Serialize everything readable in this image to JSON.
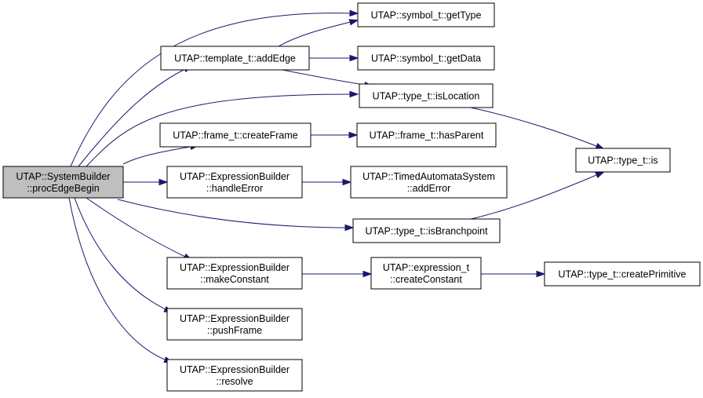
{
  "diagram": {
    "colors": {
      "edge": "#191970",
      "node_fill": "#ffffff",
      "root_fill": "#bfbfbf",
      "border": "#000000"
    },
    "nodes": [
      {
        "id": "root",
        "lines": [
          "UTAP::SystemBuilder",
          "::procEdgeBegin"
        ],
        "root": true
      },
      {
        "id": "getType",
        "lines": [
          "UTAP::symbol_t::getType"
        ]
      },
      {
        "id": "addEdge",
        "lines": [
          "UTAP::template_t::addEdge"
        ]
      },
      {
        "id": "getData",
        "lines": [
          "UTAP::symbol_t::getData"
        ]
      },
      {
        "id": "isLocation",
        "lines": [
          "UTAP::type_t::isLocation"
        ]
      },
      {
        "id": "createFrame",
        "lines": [
          "UTAP::frame_t::createFrame"
        ]
      },
      {
        "id": "hasParent",
        "lines": [
          "UTAP::frame_t::hasParent"
        ]
      },
      {
        "id": "is",
        "lines": [
          "UTAP::type_t::is"
        ]
      },
      {
        "id": "handleError",
        "lines": [
          "UTAP::ExpressionBuilder",
          "::handleError"
        ]
      },
      {
        "id": "addError",
        "lines": [
          "UTAP::TimedAutomataSystem",
          "::addError"
        ]
      },
      {
        "id": "isBranchpoint",
        "lines": [
          "UTAP::type_t::isBranchpoint"
        ]
      },
      {
        "id": "makeConstant",
        "lines": [
          "UTAP::ExpressionBuilder",
          "::makeConstant"
        ]
      },
      {
        "id": "createConstant",
        "lines": [
          "UTAP::expression_t",
          "::createConstant"
        ]
      },
      {
        "id": "createPrimitive",
        "lines": [
          "UTAP::type_t::createPrimitive"
        ]
      },
      {
        "id": "pushFrame",
        "lines": [
          "UTAP::ExpressionBuilder",
          "::pushFrame"
        ]
      },
      {
        "id": "resolve",
        "lines": [
          "UTAP::ExpressionBuilder",
          "::resolve"
        ]
      }
    ],
    "edges": [
      {
        "from": "root",
        "to": "getType"
      },
      {
        "from": "root",
        "to": "addEdge"
      },
      {
        "from": "root",
        "to": "isLocation"
      },
      {
        "from": "root",
        "to": "createFrame"
      },
      {
        "from": "root",
        "to": "handleError"
      },
      {
        "from": "root",
        "to": "isBranchpoint"
      },
      {
        "from": "root",
        "to": "makeConstant"
      },
      {
        "from": "root",
        "to": "pushFrame"
      },
      {
        "from": "root",
        "to": "resolve"
      },
      {
        "from": "addEdge",
        "to": "getType"
      },
      {
        "from": "addEdge",
        "to": "getData"
      },
      {
        "from": "addEdge",
        "to": "isLocation"
      },
      {
        "from": "isLocation",
        "to": "is"
      },
      {
        "from": "createFrame",
        "to": "hasParent"
      },
      {
        "from": "handleError",
        "to": "addError"
      },
      {
        "from": "isBranchpoint",
        "to": "is"
      },
      {
        "from": "makeConstant",
        "to": "createConstant"
      },
      {
        "from": "createConstant",
        "to": "createPrimitive"
      }
    ]
  }
}
